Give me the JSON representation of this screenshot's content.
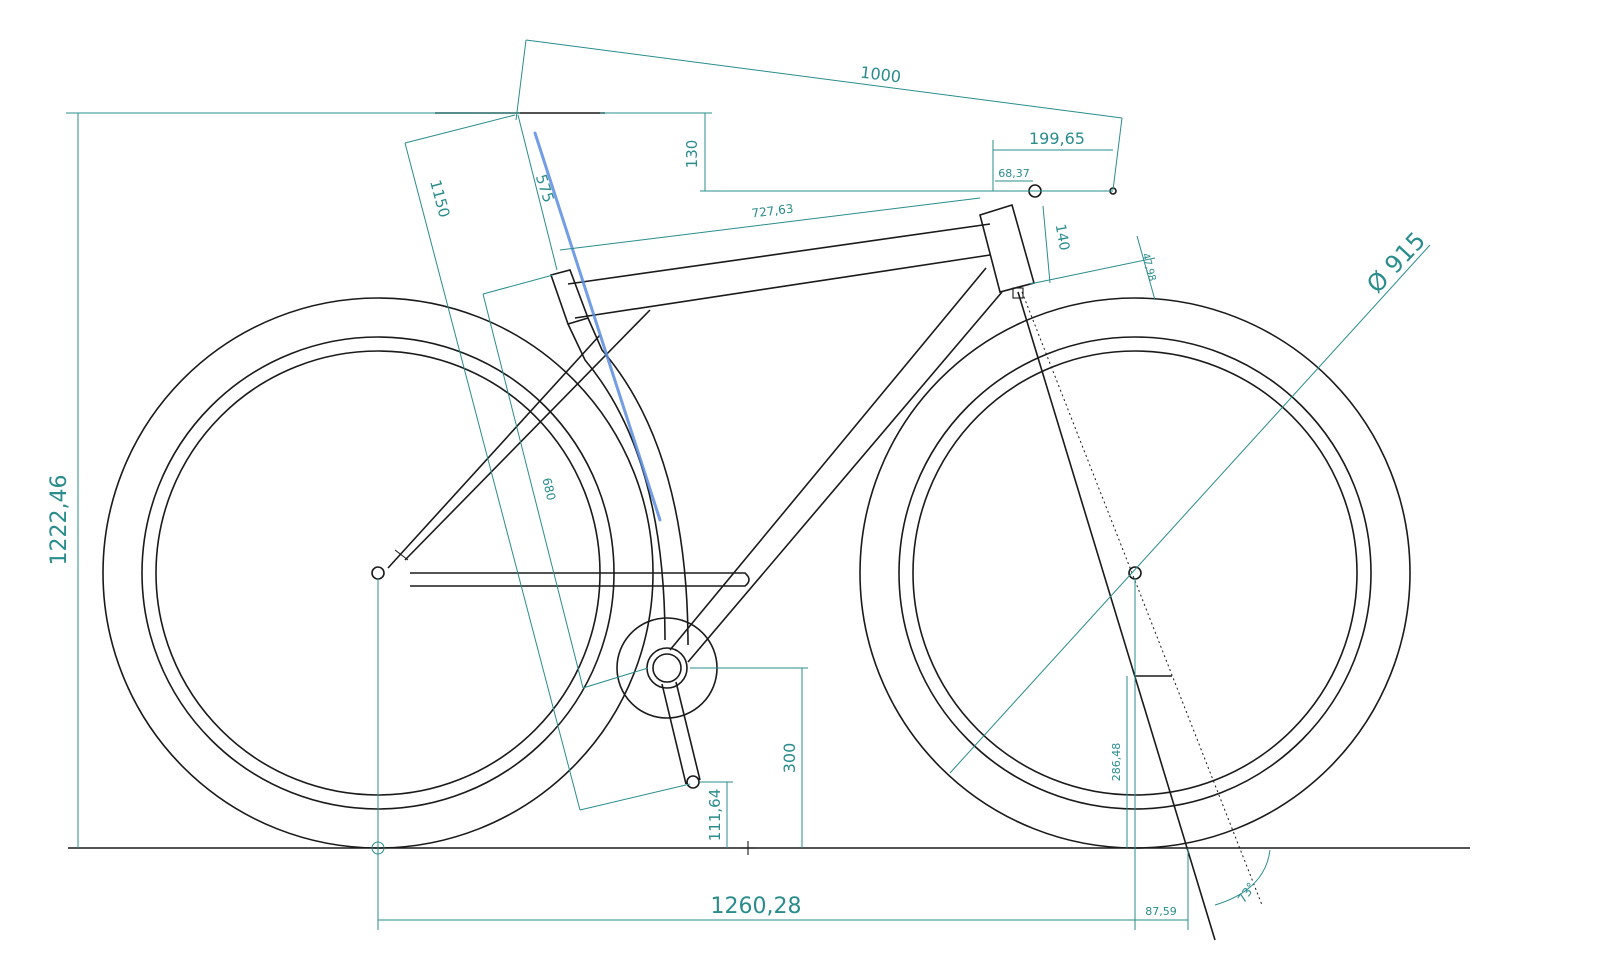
{
  "drawing": {
    "dimensions": {
      "overall_height": "1222,46",
      "top_length": "1000",
      "saddle_drop": "130",
      "bar_reach": "199,65",
      "stem_offset": "68,37",
      "top_tube": "727,63",
      "seat_tube_top": "575",
      "seat_height": "1150",
      "head_tube": "140",
      "fork_offset": "47,98",
      "wheel_diameter": "Ø 915",
      "seat_tube": "680",
      "bb_height": "300",
      "crank_clearance": "111,64",
      "fork_height": "286,48",
      "wheelbase": "1260,28",
      "trail": "87,59",
      "head_angle": "73°"
    }
  }
}
